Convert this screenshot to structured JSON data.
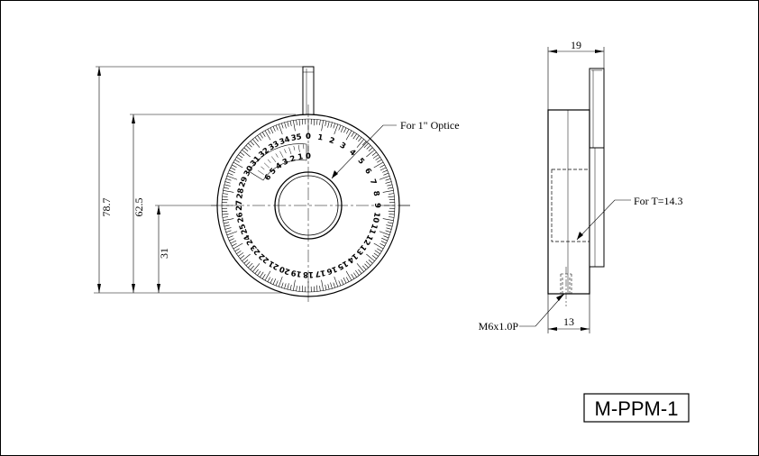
{
  "title_block": {
    "model": "M-PPM-1"
  },
  "front_view": {
    "dimensions": {
      "overall_height": "78.7",
      "dial_top": "62.5",
      "center_height": "31"
    },
    "callout": "For 1\" Optice",
    "scale_labels": [
      "0",
      "1",
      "2",
      "3",
      "4",
      "5",
      "6",
      "7",
      "8",
      "9",
      "10",
      "11",
      "12",
      "13",
      "14",
      "15",
      "16",
      "17",
      "18",
      "19",
      "20",
      "21",
      "22",
      "23",
      "24",
      "25",
      "26",
      "27",
      "28",
      "29",
      "30",
      "31",
      "32",
      "33",
      "34",
      "35"
    ],
    "vernier_labels": [
      "0",
      "1",
      "2",
      "3",
      "4",
      "5",
      "6"
    ]
  },
  "side_view": {
    "dimensions": {
      "thickness": "19",
      "slot_depth": "13"
    },
    "callout_thickness": "For T=14.3",
    "callout_thread": "M6x1.0P"
  }
}
